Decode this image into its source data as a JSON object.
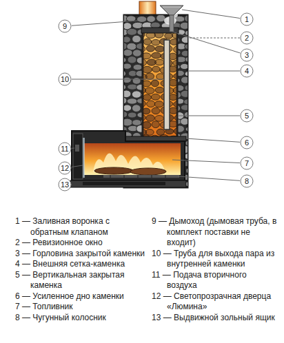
{
  "diagram": {
    "labels": [
      "1",
      "2",
      "3",
      "4",
      "5",
      "6",
      "7",
      "8",
      "9",
      "10",
      "11",
      "12",
      "13",
      "1 — Заливная воронка с обратным клапаном",
      "2 — Ревизионное окно",
      "3 — Горловина закрытой каменки",
      "4 — Внешняя сетка-каменка",
      "5 — Вертикальная закрытая каменка",
      "6 — Усиленное дно каменки",
      "7 — Топливник",
      "8 — Чугунный колосник",
      "9 — Дымоход (дымовая труба, в комплект поставки не входит)",
      "10 — Труба для выхода пара из внутренней каменки",
      "11 — Подача вторичного воздуха",
      "12 — Светопрозрачная дверца «Люмина»",
      "13 — Выдвижной зольный ящик"
    ]
  }
}
